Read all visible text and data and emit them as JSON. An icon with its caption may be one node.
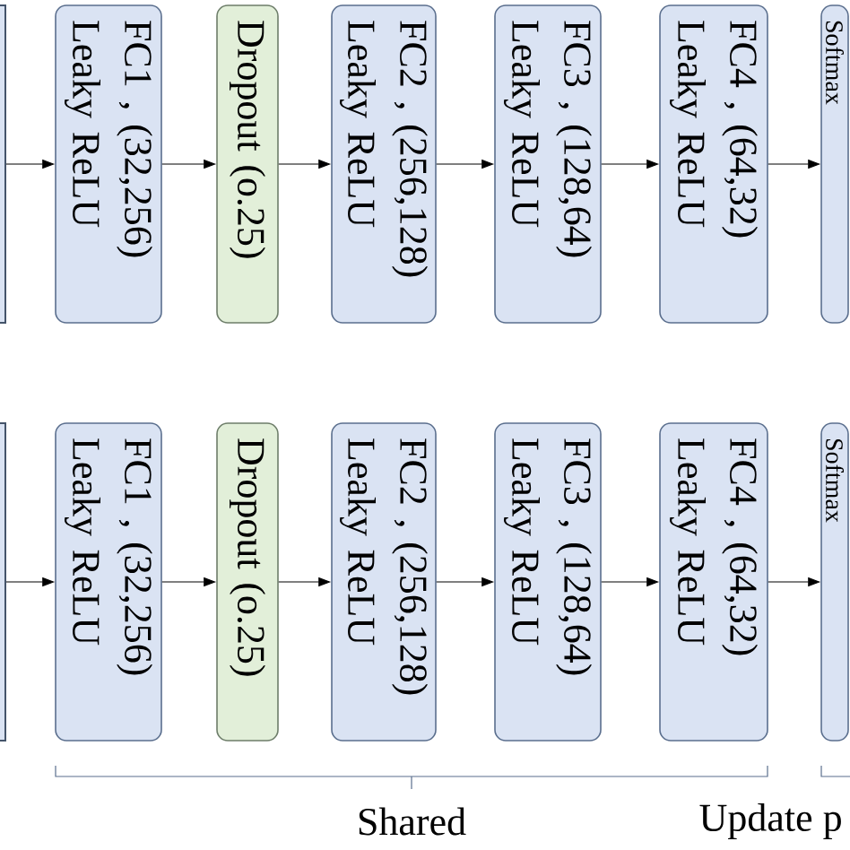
{
  "diagram": {
    "nodes": [
      {
        "text": [],
        "shape": "box"
      },
      {
        "text": [
          "FC1 , (32,256)",
          "Leaky ReLU"
        ]
      },
      {
        "text": [
          "Dropout (o.25)"
        ]
      },
      {
        "text": [
          "FC2 , (256,128)",
          "Leaky ReLU"
        ]
      },
      {
        "text": [
          "FC3 , (128,64)",
          "Leaky ReLU"
        ]
      },
      {
        "text": [
          "FC4 , (64,32)",
          "Leaky ReLU"
        ]
      },
      {
        "text": [
          "Softmax"
        ]
      },
      {
        "text": [],
        "shape": "box"
      },
      {
        "text": [
          "FC1 , (32,256)",
          "Leaky ReLU"
        ]
      },
      {
        "text": [
          "Dropout (o.25)"
        ]
      },
      {
        "text": [
          "FC2 , (256,128)",
          "Leaky ReLU"
        ]
      },
      {
        "text": [
          "FC3 , (128,64)",
          "Leaky ReLU"
        ]
      },
      {
        "text": [
          "FC4 , (64,32)",
          "Leaky ReLU"
        ]
      },
      {
        "text": [
          "Softmax"
        ]
      }
    ],
    "edges": [
      {
        "from": 0,
        "to": 1,
        "arrow": "to"
      },
      {
        "from": 1,
        "to": 2,
        "arrow": "to"
      },
      {
        "from": 2,
        "to": 3,
        "arrow": "to"
      },
      {
        "from": 3,
        "to": 4,
        "arrow": "to"
      },
      {
        "from": 4,
        "to": 5,
        "arrow": "to"
      },
      {
        "from": 5,
        "to": 6,
        "arrow": "to"
      },
      {
        "from": 7,
        "to": 8,
        "arrow": "to"
      },
      {
        "from": 8,
        "to": 9,
        "arrow": "to"
      },
      {
        "from": 9,
        "to": 10,
        "arrow": "to"
      },
      {
        "from": 10,
        "to": 11,
        "arrow": "to"
      },
      {
        "from": 11,
        "to": 12,
        "arrow": "to"
      },
      {
        "from": 12,
        "to": 13,
        "arrow": "to"
      }
    ],
    "labels": [
      "Shared",
      "Update p"
    ]
  }
}
